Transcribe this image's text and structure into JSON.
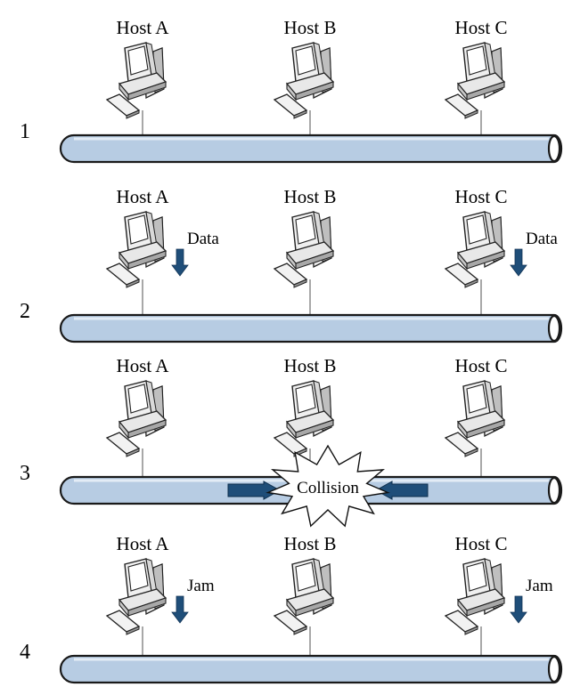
{
  "hosts": [
    "Host A",
    "Host B",
    "Host C"
  ],
  "steps": [
    {
      "number": "1",
      "labels": []
    },
    {
      "number": "2",
      "labels": [
        {
          "host": 0,
          "text": "Data"
        },
        {
          "host": 2,
          "text": "Data"
        }
      ]
    },
    {
      "number": "3",
      "collision": "Collision",
      "labels": []
    },
    {
      "number": "4",
      "labels": [
        {
          "host": 0,
          "text": "Jam"
        },
        {
          "host": 2,
          "text": "Jam"
        }
      ]
    }
  ],
  "colors": {
    "cable_fill": "#b7cce3",
    "cable_stroke": "#1a1a1a",
    "arrow": "#1f4e79",
    "monitor": "#d9d9d9",
    "outline": "#222222"
  },
  "icons": [
    "computer-icon",
    "down-arrow-icon",
    "right-arrow-icon",
    "left-arrow-icon",
    "collision-burst-icon"
  ]
}
